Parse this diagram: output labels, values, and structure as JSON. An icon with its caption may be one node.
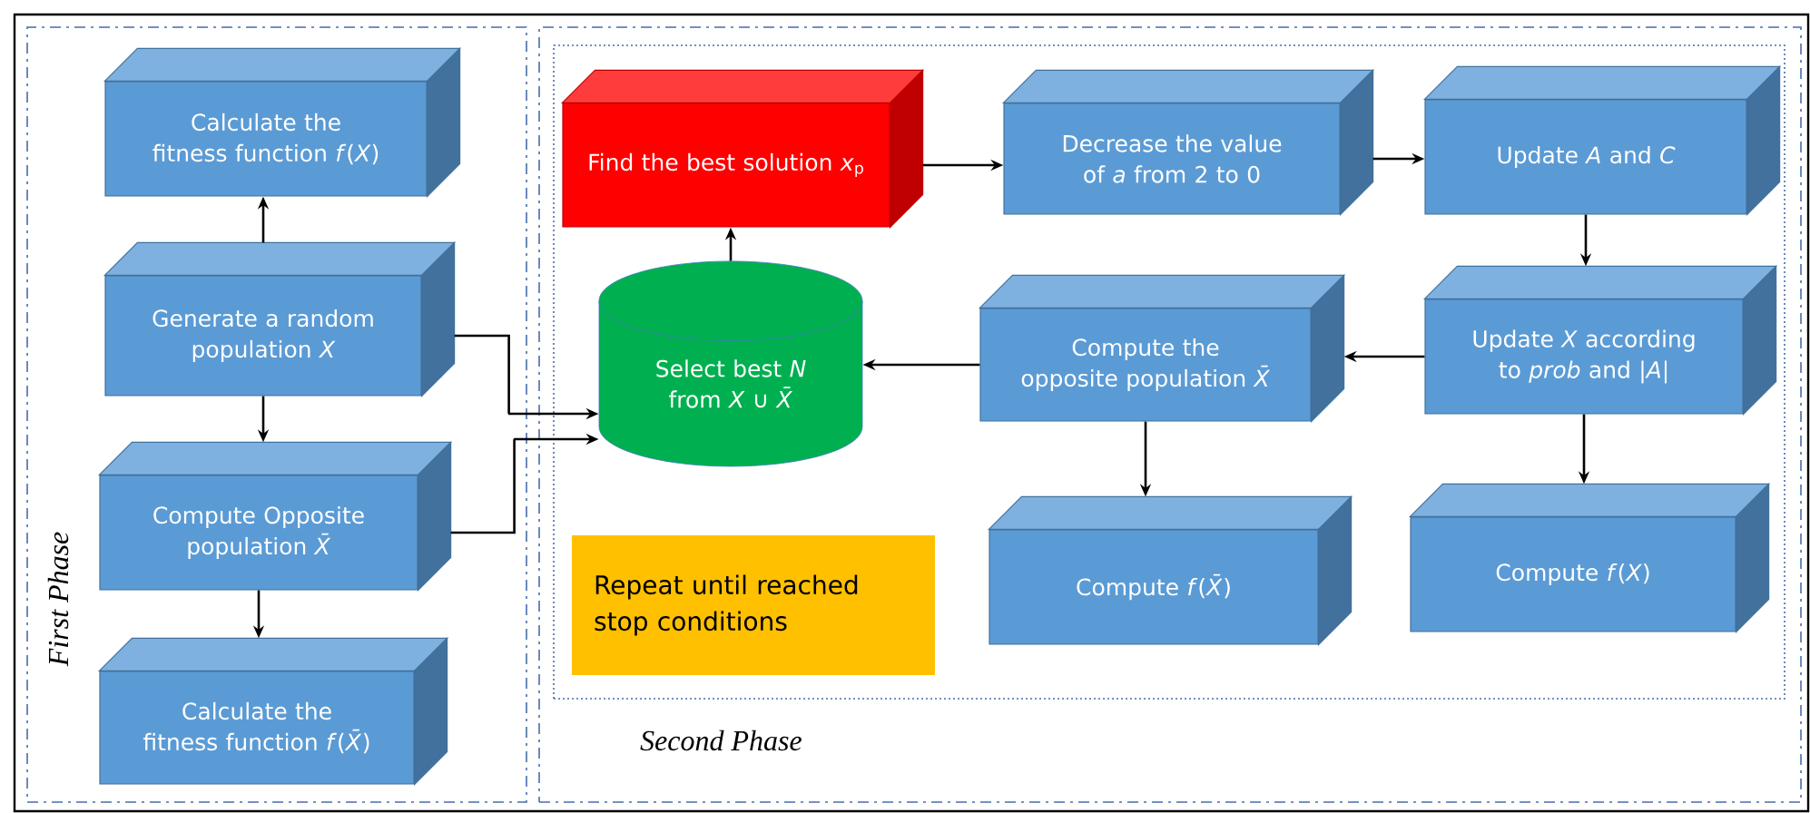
{
  "diagram": {
    "nodes": [
      {
        "text": [
          "First Phase"
        ]
      },
      {
        "text": [
          "Calculate the fitness function *f*(*X*)"
        ],
        "in": 0
      },
      {
        "text": [
          "Generate a random population *X*"
        ],
        "in": 0
      },
      {
        "text": [
          "Compute Opposite population *X̄*"
        ],
        "in": 0
      },
      {
        "text": [
          "Calculate the fitness function *f*(*X̄*)"
        ],
        "in": 0
      },
      {
        "text": [
          "Second Phase"
        ]
      },
      {
        "text": [],
        "shape": "box",
        "in": 5
      },
      {
        "text": [
          "Find the best solution *x*$_{p}$"
        ],
        "in": 6
      },
      {
        "text": [
          "Decrease the value of *a* from 2 to 0"
        ],
        "in": 6
      },
      {
        "text": [
          "Update *A* and *C*"
        ],
        "in": 6
      },
      {
        "text": [
          "Select best *N* from *X* ∪ *X̄*"
        ],
        "in": 6
      },
      {
        "text": [
          "Compute the opposite population *X̄*"
        ],
        "in": 6
      },
      {
        "text": [
          "Update *X* according to *prob* and |*A*|"
        ],
        "in": 6
      },
      {
        "text": [
          "Repeat until reached stop conditions"
        ],
        "in": 6
      },
      {
        "text": [
          "Compute *f*(*X̄*)"
        ],
        "in": 6
      },
      {
        "text": [
          "Compute *f*(*X*)"
        ],
        "in": 6
      }
    ],
    "edges": [
      {
        "from": 2,
        "to": 1,
        "arrow": "to"
      },
      {
        "from": 2,
        "to": 3,
        "arrow": "to"
      },
      {
        "from": 3,
        "to": 4,
        "arrow": "to"
      },
      {
        "from": 2,
        "to": 10,
        "arrow": "to"
      },
      {
        "from": 3,
        "to": 10,
        "arrow": "to"
      },
      {
        "from": 10,
        "to": 7,
        "arrow": "to"
      },
      {
        "from": 7,
        "to": 8,
        "arrow": "to"
      },
      {
        "from": 8,
        "to": 9,
        "arrow": "to"
      },
      {
        "from": 9,
        "to": 12,
        "arrow": "to"
      },
      {
        "from": 12,
        "to": 11,
        "arrow": "to"
      },
      {
        "from": 11,
        "to": 10,
        "arrow": "to"
      },
      {
        "from": 11,
        "to": 14,
        "arrow": "to"
      },
      {
        "from": 12,
        "to": 15,
        "arrow": "to"
      }
    ]
  }
}
